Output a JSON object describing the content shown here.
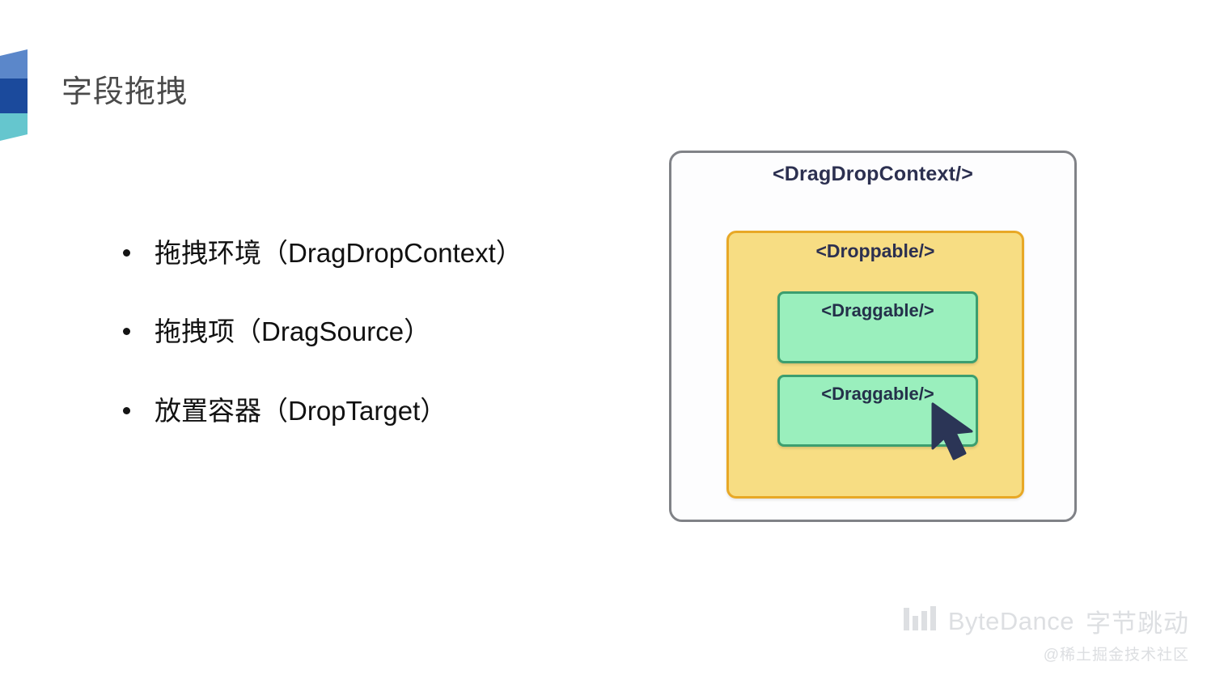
{
  "slide": {
    "title": "字段拖拽",
    "background_color": "#ffffff",
    "title_color": "#4a4a4a"
  },
  "logo": {
    "name": "slide-corner-mark",
    "bands": [
      {
        "color": "#5b87ca"
      },
      {
        "color": "#1b4a9c"
      },
      {
        "color": "#65c6ce"
      }
    ]
  },
  "bullets": [
    {
      "text": "拖拽环境（DragDropContext）"
    },
    {
      "text": "拖拽项（DragSource）"
    },
    {
      "text": "放置容器（DropTarget）"
    }
  ],
  "diagram": {
    "context_label": "<DragDropContext/>",
    "context_border_color": "#808287",
    "context_background": "#fdfdfe",
    "droppable_label": "<Droppable/>",
    "droppable_background": "#f7dd83",
    "droppable_border_color": "#e8a826",
    "draggables": [
      {
        "label": "<Draggable/>"
      },
      {
        "label": "<Draggable/>"
      }
    ],
    "draggable_background": "#9aefbd",
    "draggable_border_color": "#3c9e6f",
    "cursor_color": "#2b3556"
  },
  "watermark": {
    "brand_en": "ByteDance",
    "brand_cn": "字节跳动",
    "community": "@稀土掘金技术社区",
    "color": "#dddfe2"
  }
}
